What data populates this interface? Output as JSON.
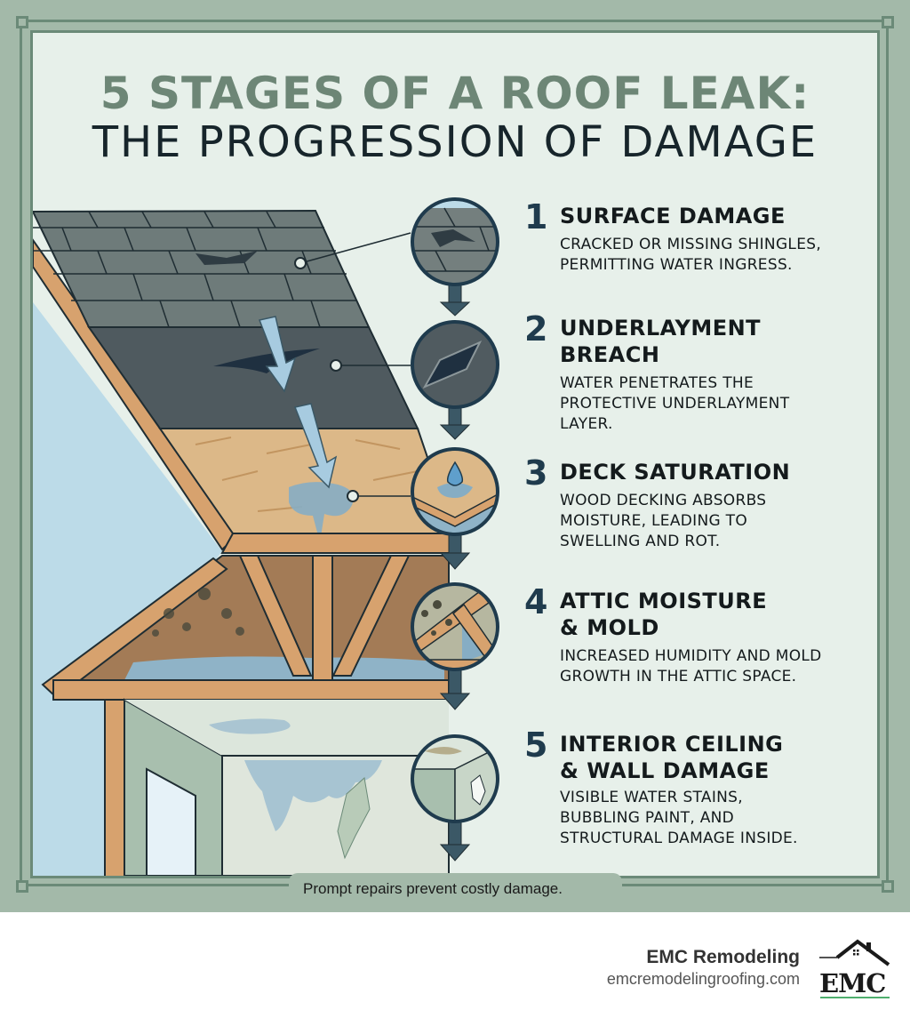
{
  "title": {
    "line1": "5 STAGES OF A ROOF LEAK:",
    "line2": "THE PROGRESSION OF DAMAGE"
  },
  "stages": [
    {
      "number": "1",
      "title": "SURFACE DAMAGE",
      "title_lines": [
        "SURFACE DAMAGE"
      ],
      "description_lines": [
        "CRACKED OR MISSING SHINGLES,",
        "PERMITTING WATER INGRESS."
      ],
      "icon": "cracked-shingle-icon"
    },
    {
      "number": "2",
      "title": "UNDERLAYMENT BREACH",
      "title_lines": [
        "UNDERLAYMENT",
        "BREACH"
      ],
      "description_lines": [
        "WATER PENETRATES THE",
        "PROTECTIVE UNDERLAYMENT",
        "LAYER."
      ],
      "icon": "torn-underlayment-icon"
    },
    {
      "number": "3",
      "title": "DECK SATURATION",
      "title_lines": [
        "DECK SATURATION"
      ],
      "description_lines": [
        "WOOD DECKING ABSORBS",
        "MOISTURE, LEADING TO",
        "SWELLING AND ROT."
      ],
      "icon": "water-drop-deck-icon"
    },
    {
      "number": "4",
      "title": "ATTIC MOISTURE & MOLD",
      "title_lines": [
        "ATTIC MOISTURE",
        "& MOLD"
      ],
      "description_lines": [
        "INCREASED HUMIDITY AND MOLD",
        "GROWTH IN THE ATTIC SPACE."
      ],
      "icon": "moldy-truss-icon"
    },
    {
      "number": "5",
      "title": "INTERIOR CEILING & WALL DAMAGE",
      "title_lines": [
        "INTERIOR CEILING",
        "& WALL DAMAGE"
      ],
      "description_lines": [
        "VISIBLE WATER STAINS,",
        "BUBBLING PAINT, AND",
        "STRUCTURAL DAMAGE INSIDE."
      ],
      "icon": "stained-wall-icon"
    }
  ],
  "footer_note": "Prompt repairs prevent costly damage.",
  "brand": {
    "name": "EMC Remodeling",
    "url": "emcremodelingroofing.com",
    "logo_text": "EMC"
  },
  "colors": {
    "frame_bg": "#a3b9a9",
    "frame_line": "#6b8a78",
    "panel_bg": "#e7f0ea",
    "title_accent": "#6d8676",
    "title_dark": "#17252b",
    "arrow": "#3b5866",
    "number": "#1f3b4d",
    "logo_underline": "#4fae6e"
  }
}
